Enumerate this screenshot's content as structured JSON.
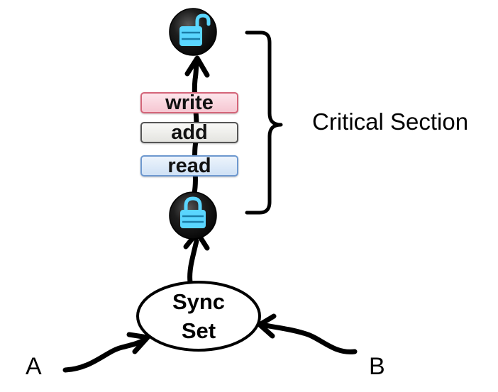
{
  "diagram": {
    "operations": {
      "write": "write",
      "add": "add",
      "read": "read"
    },
    "critical_section_label": "Critical Section",
    "sync_set": {
      "line1": "Sync",
      "line2": "Set"
    },
    "thread_a_label": "A",
    "thread_b_label": "B",
    "icons": {
      "top_lock": "unlocked-padlock-icon",
      "bottom_lock": "locked-padlock-icon"
    },
    "colors": {
      "lock_glyph": "#5ad6ff",
      "lock_ball": "#151515",
      "write_box_border": "#d46478",
      "read_box_border": "#6d98cf",
      "add_box_border": "#555555"
    }
  }
}
